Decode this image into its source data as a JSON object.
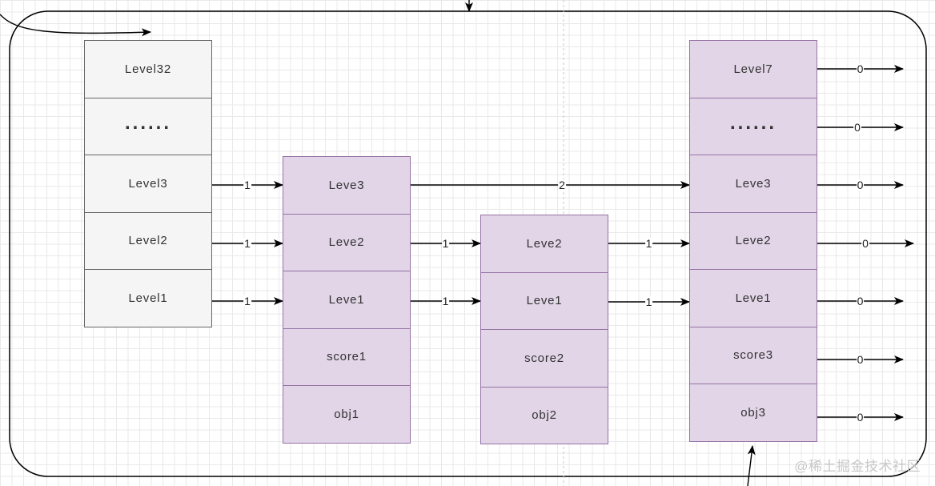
{
  "diagram": {
    "columns": [
      {
        "id": "header",
        "kind": "header",
        "cells": [
          "Level32",
          "......",
          "Level3",
          "Level2",
          "Level1"
        ]
      },
      {
        "id": "node1",
        "kind": "node",
        "cells": [
          "Leve3",
          "Leve2",
          "Leve1",
          "score1",
          "obj1"
        ]
      },
      {
        "id": "node2",
        "kind": "node",
        "cells": [
          "Leve2",
          "Leve1",
          "score2",
          "obj2"
        ]
      },
      {
        "id": "node3",
        "kind": "node",
        "cells": [
          "Level7",
          "......",
          "Leve3",
          "Leve2",
          "Leve1",
          "score3",
          "obj3"
        ]
      }
    ],
    "edges": [
      {
        "from": "header:Level3",
        "to": "node1:Leve3",
        "label": "1"
      },
      {
        "from": "header:Level2",
        "to": "node1:Leve2",
        "label": "1"
      },
      {
        "from": "header:Level1",
        "to": "node1:Leve1",
        "label": "1"
      },
      {
        "from": "node1:Leve3",
        "to": "node3:Leve3",
        "label": "2"
      },
      {
        "from": "node1:Leve2",
        "to": "node2:Leve2",
        "label": "1"
      },
      {
        "from": "node1:Leve1",
        "to": "node2:Leve1",
        "label": "1"
      },
      {
        "from": "node2:Leve2",
        "to": "node3:Leve2",
        "label": "1"
      },
      {
        "from": "node2:Leve1",
        "to": "node3:Leve1",
        "label": "1"
      },
      {
        "from": "node3:Level7",
        "to": "end",
        "label": "0"
      },
      {
        "from": "node3:......",
        "to": "end",
        "label": "0"
      },
      {
        "from": "node3:Leve3",
        "to": "end",
        "label": "0"
      },
      {
        "from": "node3:Leve2",
        "to": "end",
        "label": "0"
      },
      {
        "from": "node3:Leve1",
        "to": "end",
        "label": "0"
      },
      {
        "from": "node3:score3",
        "to": "end",
        "label": "0"
      },
      {
        "from": "node3:obj3",
        "to": "end",
        "label": "0"
      }
    ],
    "colors": {
      "node_fill": "#e1d5e7",
      "node_stroke": "#9673a6",
      "header_fill": "#f5f5f5",
      "header_stroke": "#666666",
      "edge": "#000000"
    }
  },
  "watermark": "@稀土掘金技术社区"
}
